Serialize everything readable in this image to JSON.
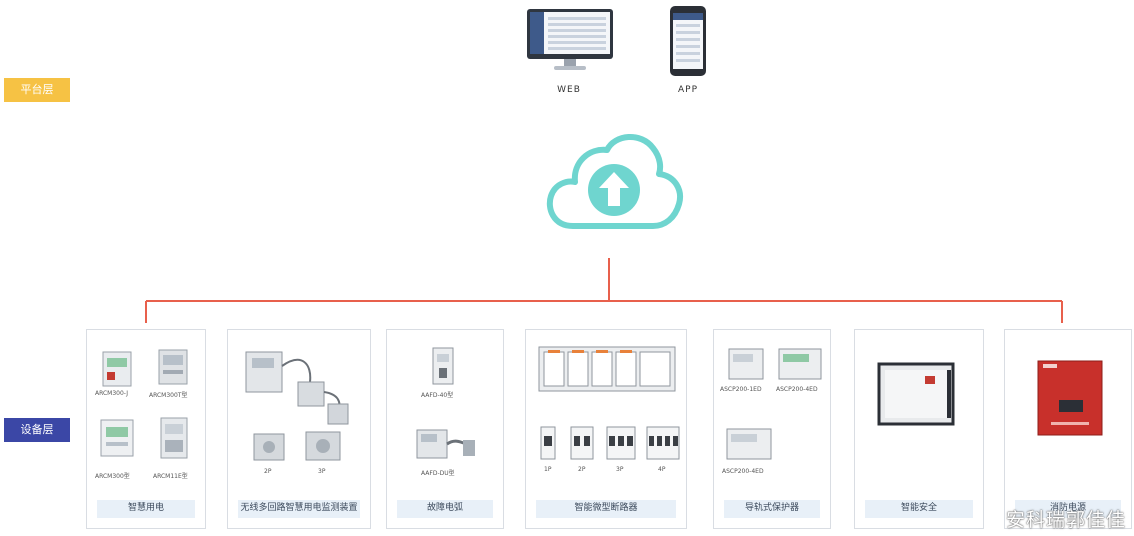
{
  "layers": {
    "platform_label": "平台层",
    "device_label": "设备层",
    "platform_color": "#f6c244",
    "device_color": "#3b47a6"
  },
  "clients": [
    {
      "label": "WEB",
      "icon": "monitor-icon"
    },
    {
      "label": "APP",
      "icon": "smartphone-icon"
    }
  ],
  "cloud": {
    "icon": "cloud-upload-icon",
    "color": "#6fd5cf"
  },
  "connector_color": "#e8604c",
  "devices": [
    {
      "caption": "智慧用电",
      "models": [
        "ARCM300-J",
        "ARCM300T型",
        "ARCM300型",
        "ARCM11E型"
      ]
    },
    {
      "caption": "无线多回路智慧用电监测装置",
      "models": [
        "2P",
        "3P"
      ]
    },
    {
      "caption": "故障电弧",
      "models": [
        "AAFD-40型",
        "AAFD-DU型"
      ]
    },
    {
      "caption": "智能微型断路器",
      "models": [
        "1P",
        "2P",
        "3P",
        "4P"
      ]
    },
    {
      "caption": "导轨式保护器",
      "models": [
        "ASCP200-1ED",
        "ASCP200-4ED",
        "ASCP200-4ED"
      ]
    },
    {
      "caption": "智能安全"
    },
    {
      "caption": "消防电源"
    }
  ],
  "watermark": "安科瑞郭佳佳"
}
